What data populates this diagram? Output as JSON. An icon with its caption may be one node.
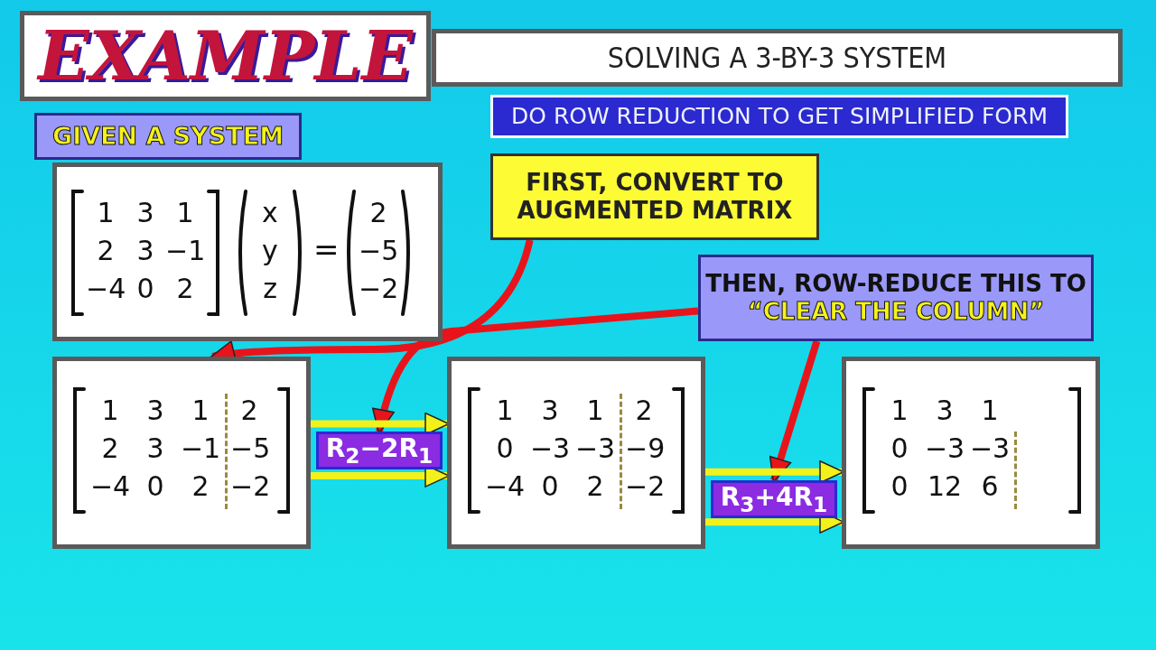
{
  "diagram": {
    "nodes": [
      {
        "text": [
          "EXAMPLE"
        ]
      },
      {
        "text": [
          "SOLVING A 3-BY-3 SYSTEM"
        ]
      },
      {
        "text": [
          "DO ROW REDUCTION TO GET SIMPLIFIED FORM"
        ]
      },
      {
        "text": [
          "GIVEN A SYSTEM"
        ]
      },
      {
        "text": [
          "1",
          "3",
          "1",
          "2",
          "3",
          "−1",
          "−4",
          "0",
          "2",
          "x",
          "y",
          "z",
          "=",
          "2",
          "−5",
          "−2"
        ]
      },
      {
        "text": [
          "FIRST, CONVERT TO AUGMENTED MATRIX"
        ]
      },
      {
        "text": [
          "THEN, ROW-REDUCE THIS TO",
          "“CLEAR THE COLUMN”"
        ]
      },
      {
        "text": [
          "1",
          "3",
          "1",
          "2",
          "2",
          "3",
          "−1",
          "−5",
          "−4",
          "0",
          "2",
          "−2"
        ]
      },
      {
        "text": [
          "R$_{2}$−2R$_{1}$"
        ]
      },
      {
        "text": [
          "1",
          "3",
          "1",
          "2",
          "0",
          "−3",
          "−3",
          "−9",
          "−4",
          "0",
          "2",
          "−2"
        ]
      },
      {
        "text": [
          "R$_{3}$+4R$_{1}$"
        ]
      },
      {
        "text": [
          "1",
          "3",
          "1",
          "0",
          "−3",
          "−3",
          "0",
          "12",
          "6"
        ]
      }
    ],
    "edges": [
      {
        "from": 5,
        "to": 7,
        "arrow": "to",
        "color": "#e8141b"
      },
      {
        "from": 6,
        "to": 8,
        "arrow": "to",
        "color": "#e8141b"
      },
      {
        "from": 6,
        "to": 10,
        "arrow": "to",
        "color": "#e8141b"
      },
      {
        "from": 7,
        "to": 9,
        "arrow": "to",
        "color": "#f2f21a"
      },
      {
        "from": 7,
        "to": 9,
        "arrow": "to",
        "color": "#f2f21a"
      },
      {
        "from": 9,
        "to": 11,
        "arrow": "to",
        "color": "#f2f21a"
      },
      {
        "from": 9,
        "to": 11,
        "arrow": "to",
        "color": "#f2f21a"
      }
    ]
  }
}
